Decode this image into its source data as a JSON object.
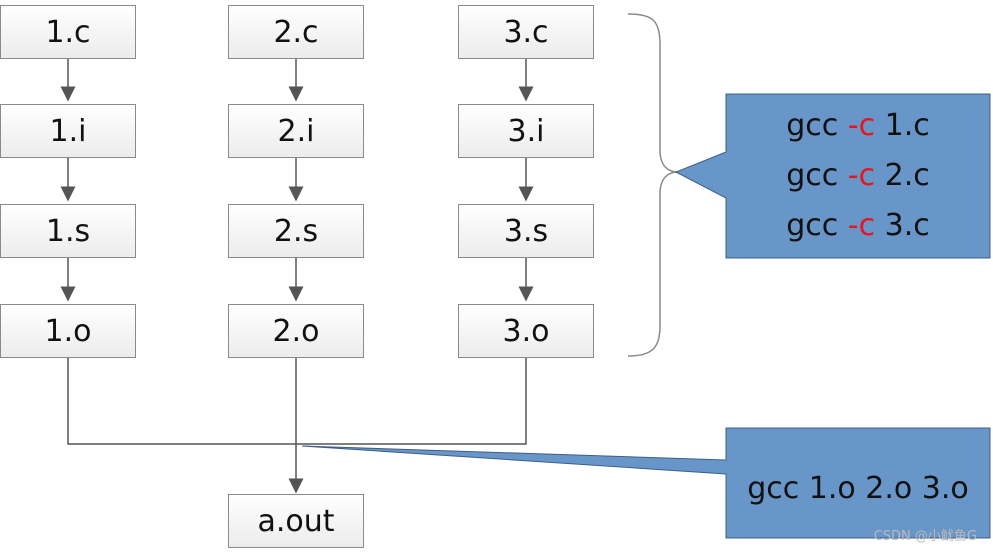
{
  "nodes": {
    "c1": "1.c",
    "c2": "2.c",
    "c3": "3.c",
    "i1": "1.i",
    "i2": "2.i",
    "i3": "3.i",
    "s1": "1.s",
    "s2": "2.s",
    "s3": "3.s",
    "o1": "1.o",
    "o2": "2.o",
    "o3": "3.o",
    "out": "a.out"
  },
  "compile_callout": {
    "lines": [
      {
        "cmd": "gcc",
        "flag": "-c",
        "file": "1.c"
      },
      {
        "cmd": "gcc",
        "flag": "-c",
        "file": "2.c"
      },
      {
        "cmd": "gcc",
        "flag": "-c",
        "file": "3.c"
      }
    ]
  },
  "link_callout": {
    "text": "gcc 1.o 2.o 3.o"
  },
  "watermark": "CSDN @小鱿鱼G",
  "colors": {
    "callout_fill": "#6996c8",
    "callout_stroke": "#3d5f86",
    "flag_red": "#e8151b",
    "arrow": "#555555"
  }
}
